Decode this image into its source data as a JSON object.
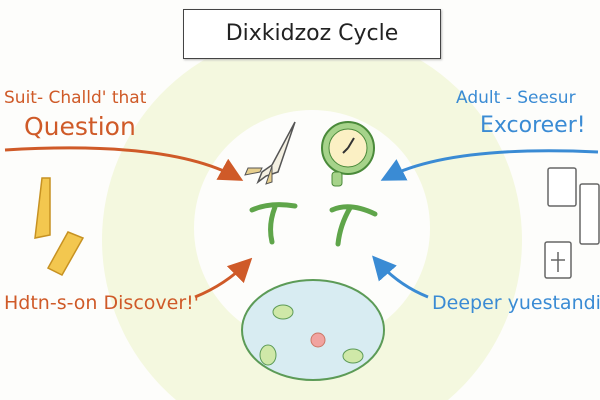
{
  "title": "Dixkidzoz Cycle",
  "left_top": {
    "line1": "Suit- Challd' that",
    "line2": "Question"
  },
  "right_top": {
    "line1": "Adult - Seesur",
    "line2": "Excoreer!"
  },
  "left_bottom": "Hdtn-s-on Discover!'",
  "right_bottom": "Deeper yuestanding",
  "colors": {
    "orange": "#cf5a28",
    "blue": "#3a8bd4",
    "ring": "#f3f8dc",
    "cell": "#d8ecf2"
  }
}
